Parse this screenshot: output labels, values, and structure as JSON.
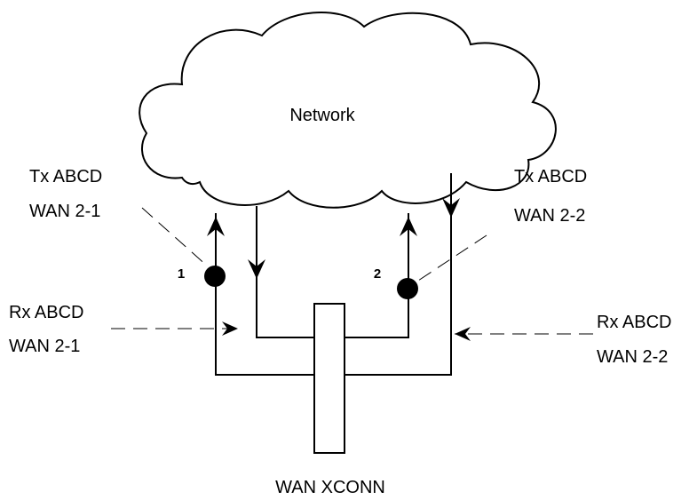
{
  "diagram": {
    "cloud_label": "Network",
    "xconn_label": "WAN XCONN",
    "points": [
      {
        "number": "1",
        "tx_label": [
          "Tx ABCD",
          "WAN 2-1"
        ],
        "rx_label": [
          "Rx ABCD",
          "WAN 2-1"
        ]
      },
      {
        "number": "2",
        "tx_label": [
          "Tx ABCD",
          "WAN 2-2"
        ],
        "rx_label": [
          "Rx ABCD",
          "WAN 2-2"
        ]
      }
    ]
  }
}
